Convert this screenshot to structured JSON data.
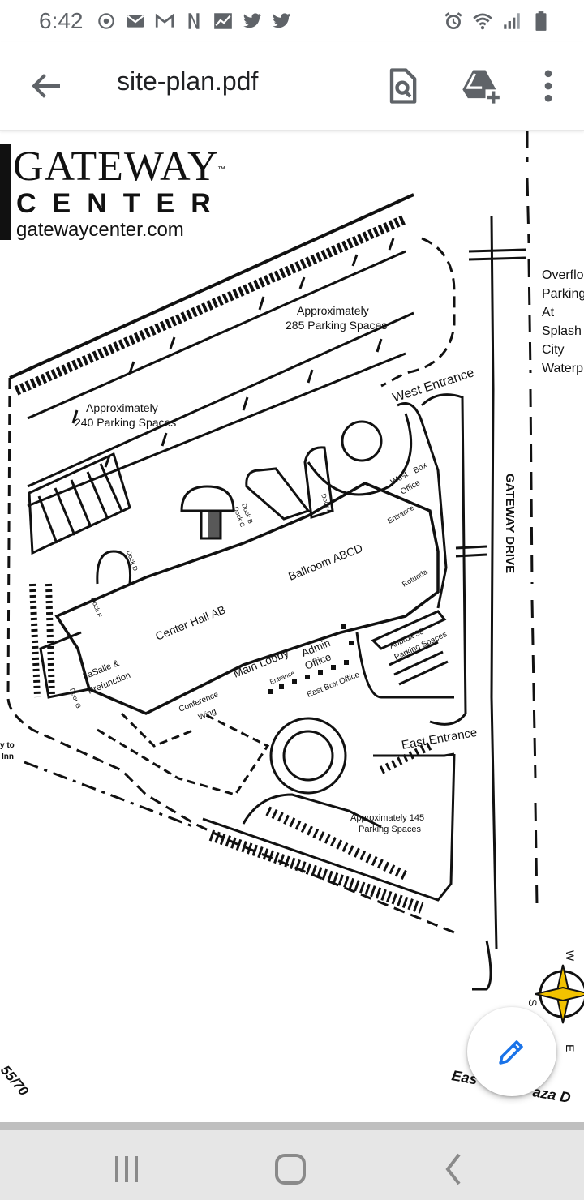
{
  "status_bar": {
    "time": "6:42",
    "left_icons": [
      "sync-icon",
      "gmail-icon",
      "gmail-m-icon",
      "netflix-icon",
      "stocks-icon",
      "twitter-icon",
      "twitter-icon"
    ],
    "right_icons": [
      "alarm-icon",
      "wifi-icon",
      "signal-icon",
      "battery-icon"
    ]
  },
  "app_bar": {
    "back_icon": "arrow-back-icon",
    "title": "site-plan.pdf",
    "actions": [
      "search-document-icon",
      "drive-add-icon",
      "more-vert-icon"
    ]
  },
  "document": {
    "logo": {
      "line1": "GATEWAY",
      "tm": "™",
      "line2": "CENTER",
      "url": "gatewaycenter.com"
    },
    "labels": {
      "overflow": [
        "Overflo",
        "Parking",
        "At",
        "Splash",
        "City",
        "Waterp"
      ],
      "p285_a": "Approximately",
      "p285_b": "285 Parking Spaces",
      "p240_a": "Approximately",
      "p240_b": "240 Parking Spaces",
      "west_entrance": "West Entrance",
      "west_box_a": "West",
      "west_box_b": "Box",
      "west_box_c": "Office",
      "entrance_w": "Entrance",
      "rotunda": "Rotunda",
      "gateway_drive": "GATEWAY DRIVE",
      "dock_b": "Dock B",
      "dock_c": "Dock C",
      "dock_a": "Dock A",
      "dock_d": "Dock D",
      "dock_f": "Dock F",
      "ballroom": "Ballroom ABCD",
      "center_hall": "Center Hall AB",
      "lasalle_a": "LaSalle &",
      "lasalle_b": "Prefunction",
      "door_g": "Door G",
      "main_lobby": "Main Lobby",
      "admin_a": "Admin",
      "admin_b": "Office",
      "entrance_m": "Entrance",
      "east_box": "East Box Office",
      "approx30_a": "Approx 30",
      "approx30_b": "Parking Spaces",
      "conf_a": "Conference",
      "conf_b": "Wing",
      "east_entrance": "East Entrance",
      "p145_a": "Approximately 145",
      "p145_b": "Parking Spaces",
      "inn_a": "y to",
      "inn_b": "Inn",
      "route": "55/70",
      "east_plaza_a": "Eas",
      "east_plaza_b": "aza D",
      "compass_w": "W",
      "compass_s": "S",
      "compass_e": "E"
    }
  },
  "fab": {
    "icon": "edit-pencil-icon",
    "color": "#1a73e8"
  },
  "nav_bar": {
    "buttons": [
      "recent-apps-icon",
      "home-icon",
      "back-icon"
    ]
  }
}
